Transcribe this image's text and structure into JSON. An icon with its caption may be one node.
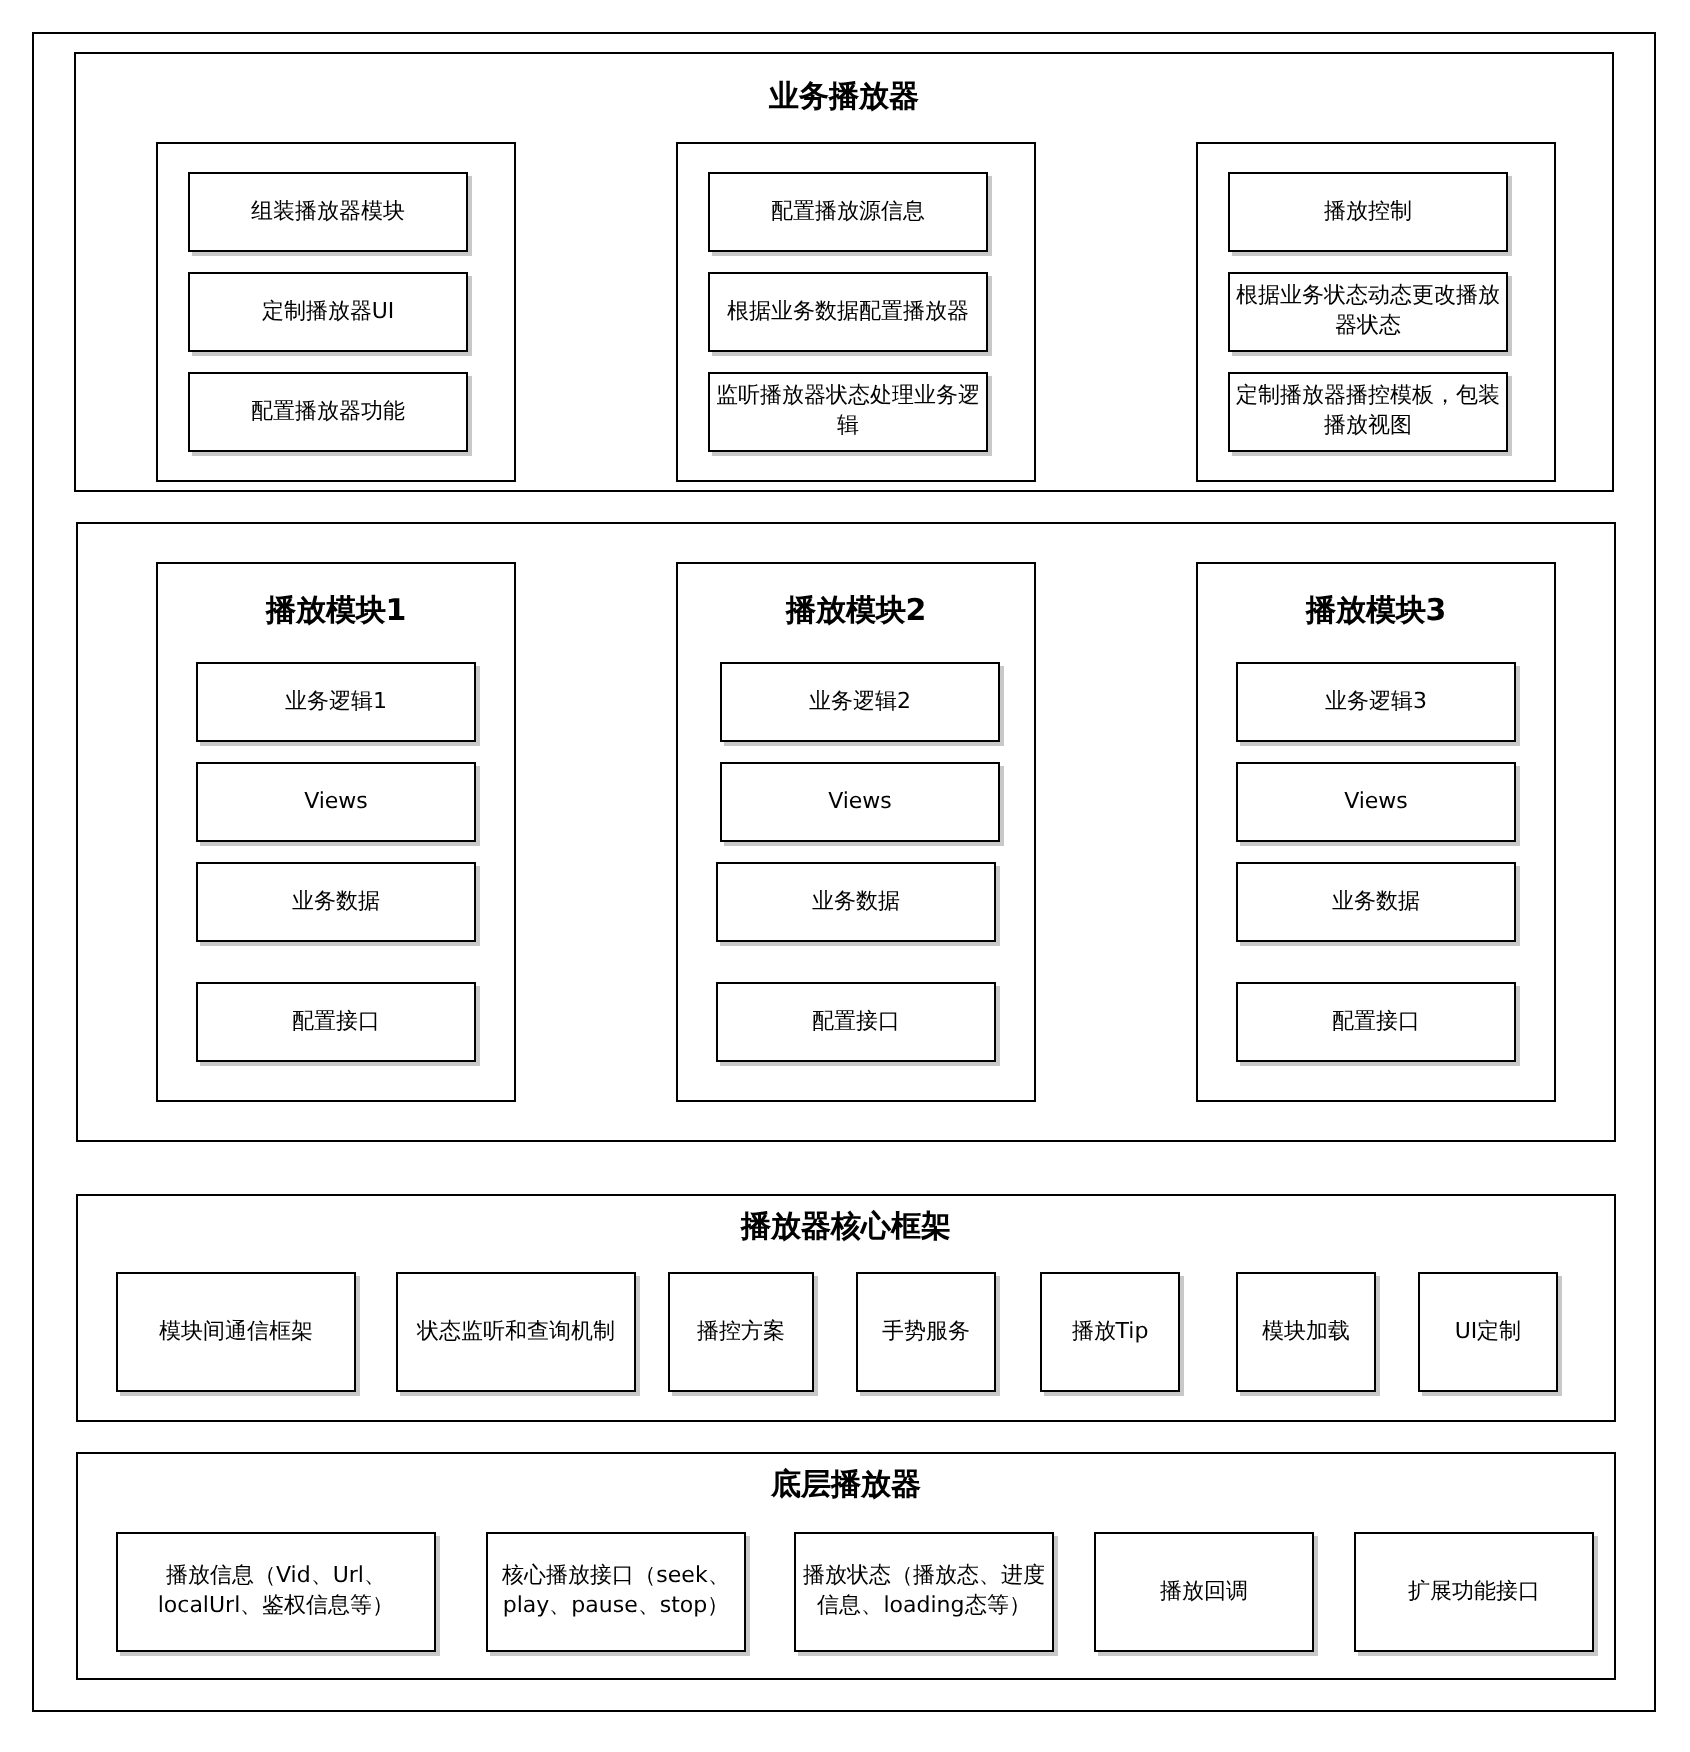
{
  "diagram": {
    "nodes": [
      {
        "text": [],
        "shape": "box"
      },
      {
        "text": [
          "业务播放器"
        ],
        "in": 0
      },
      {
        "text": [],
        "shape": "box",
        "in": 1
      },
      {
        "text": [
          "组装播放器模块"
        ],
        "in": 2
      },
      {
        "text": [
          "定制播放器UI"
        ],
        "in": 2
      },
      {
        "text": [
          "配置播放器功能"
        ],
        "in": 2
      },
      {
        "text": [],
        "shape": "box",
        "in": 1
      },
      {
        "text": [
          "配置播放源信息"
        ],
        "in": 6
      },
      {
        "text": [
          "根据业务数据配置播放器"
        ],
        "in": 6
      },
      {
        "text": [
          "监听播放器状态处理业务逻辑"
        ],
        "in": 6
      },
      {
        "text": [],
        "shape": "box",
        "in": 1
      },
      {
        "text": [
          "播放控制"
        ],
        "in": 10
      },
      {
        "text": [
          "根据业务状态动态更改播放器状态"
        ],
        "in": 10
      },
      {
        "text": [
          "定制播放器播控模板，包装播放视图"
        ],
        "in": 10
      },
      {
        "text": [],
        "shape": "box",
        "in": 0
      },
      {
        "text": [
          "播放模块1"
        ],
        "in": 14
      },
      {
        "text": [
          "业务逻辑1"
        ],
        "in": 15
      },
      {
        "text": [
          "Views"
        ],
        "in": 15
      },
      {
        "text": [
          "业务数据"
        ],
        "in": 15
      },
      {
        "text": [
          "配置接口"
        ],
        "in": 15
      },
      {
        "text": [
          "播放模块2"
        ],
        "in": 14
      },
      {
        "text": [
          "业务逻辑2"
        ],
        "in": 20
      },
      {
        "text": [
          "Views"
        ],
        "in": 20
      },
      {
        "text": [
          "业务数据"
        ],
        "in": 20
      },
      {
        "text": [
          "配置接口"
        ],
        "in": 20
      },
      {
        "text": [
          "播放模块3"
        ],
        "in": 14
      },
      {
        "text": [
          "业务逻辑3"
        ],
        "in": 25
      },
      {
        "text": [
          "Views"
        ],
        "in": 25
      },
      {
        "text": [
          "业务数据"
        ],
        "in": 25
      },
      {
        "text": [
          "配置接口"
        ],
        "in": 25
      },
      {
        "text": [
          "播放器核心框架"
        ],
        "in": 0
      },
      {
        "text": [
          "模块间通信框架"
        ],
        "in": 30
      },
      {
        "text": [
          "状态监听和查询机制"
        ],
        "in": 30
      },
      {
        "text": [
          "播控方案"
        ],
        "in": 30
      },
      {
        "text": [
          "手势服务"
        ],
        "in": 30
      },
      {
        "text": [
          "播放Tip"
        ],
        "in": 30
      },
      {
        "text": [
          "模块加载"
        ],
        "in": 30
      },
      {
        "text": [
          "UI定制"
        ],
        "in": 30
      },
      {
        "text": [
          "底层播放器"
        ],
        "in": 0
      },
      {
        "text": [
          "播放信息（Vid、Url、localUrl、鉴权信息等）"
        ],
        "in": 38
      },
      {
        "text": [
          "核心播放接口（seek、play、pause、stop）"
        ],
        "in": 38
      },
      {
        "text": [
          "播放状态（播放态、进度信息、loading态等）"
        ],
        "in": 38
      },
      {
        "text": [
          "播放回调"
        ],
        "in": 38
      },
      {
        "text": [
          "扩展功能接口"
        ],
        "in": 38
      }
    ]
  }
}
